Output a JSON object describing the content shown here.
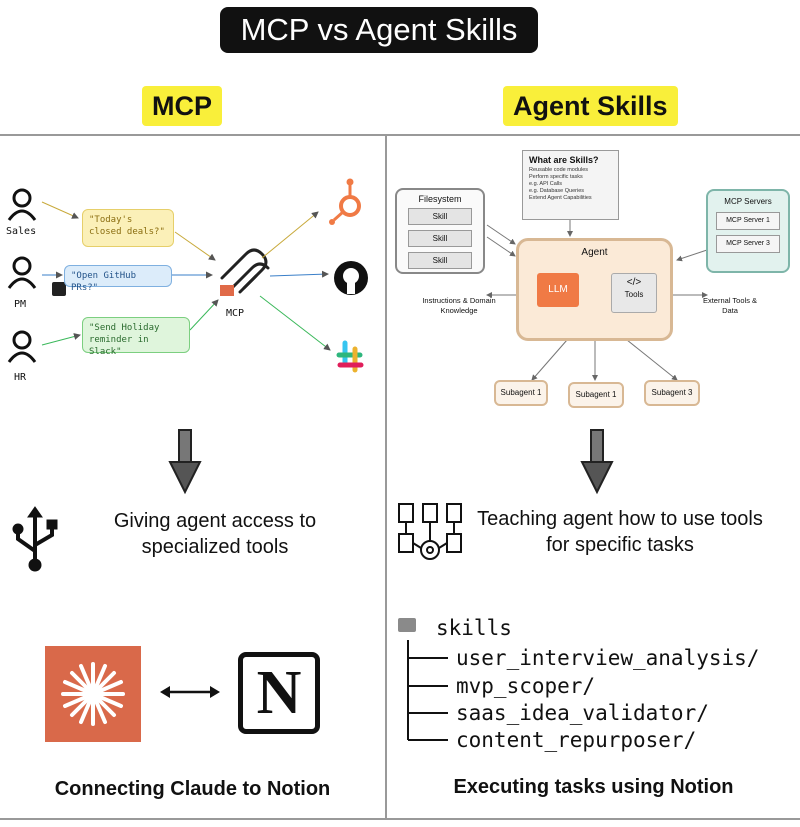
{
  "title": "MCP vs Agent Skills",
  "left": {
    "heading": "MCP",
    "users": [
      {
        "label": "Sales"
      },
      {
        "label": "PM"
      },
      {
        "label": "HR"
      }
    ],
    "bubbles": [
      {
        "text": "\"Today's closed deals?\""
      },
      {
        "text": "\"Open GitHub PRs?\""
      },
      {
        "text": "\"Send Holiday reminder in Slack\""
      }
    ],
    "hub_label": "MCP",
    "caption": "Giving agent access to specialized tools",
    "bottom_caption": "Connecting Claude to Notion",
    "notion_letter": "N"
  },
  "right": {
    "heading": "Agent Skills",
    "what_box": {
      "title": "What are Skills?",
      "items": [
        "Reusable code modules",
        "Perform specific tasks",
        "e.g. API Calls",
        "e.g. Database Queries",
        "Extend Agent Capabilities"
      ]
    },
    "filesystem": {
      "title": "Filesystem",
      "skills": [
        "Skill",
        "Skill",
        "Skill"
      ]
    },
    "agent": {
      "title": "Agent",
      "llm": "LLM",
      "tools_symbol": "</>",
      "tools": "Tools"
    },
    "mcp_servers": {
      "title": "MCP Servers",
      "servers": [
        "MCP Server 1",
        "MCP Server 3"
      ]
    },
    "left_note": "Instructions & Domain Knowledge",
    "right_note": "External Tools & Data",
    "subagents": [
      "Subagent 1",
      "Subagent 1",
      "Subagent 3"
    ],
    "caption": "Teaching agent how to use tools for specific tasks",
    "tree": {
      "root": "skills",
      "items": [
        "user_interview_analysis/",
        "mvp_scoper/",
        "saas_idea_validator/",
        "content_repurposer/"
      ]
    },
    "bottom_caption": "Executing tasks using Notion"
  },
  "colors": {
    "highlight": "#f9ef3a",
    "claude": "#d9694a",
    "agent_fill": "#fbead7",
    "llm_fill": "#f07a45",
    "mcp_fill": "#e2f2ee",
    "mcp_border": "#7eb5a9",
    "bubble_yellow": "#fbf0b8",
    "bubble_blue": "#dcecfa",
    "bubble_green": "#dff5dc"
  }
}
